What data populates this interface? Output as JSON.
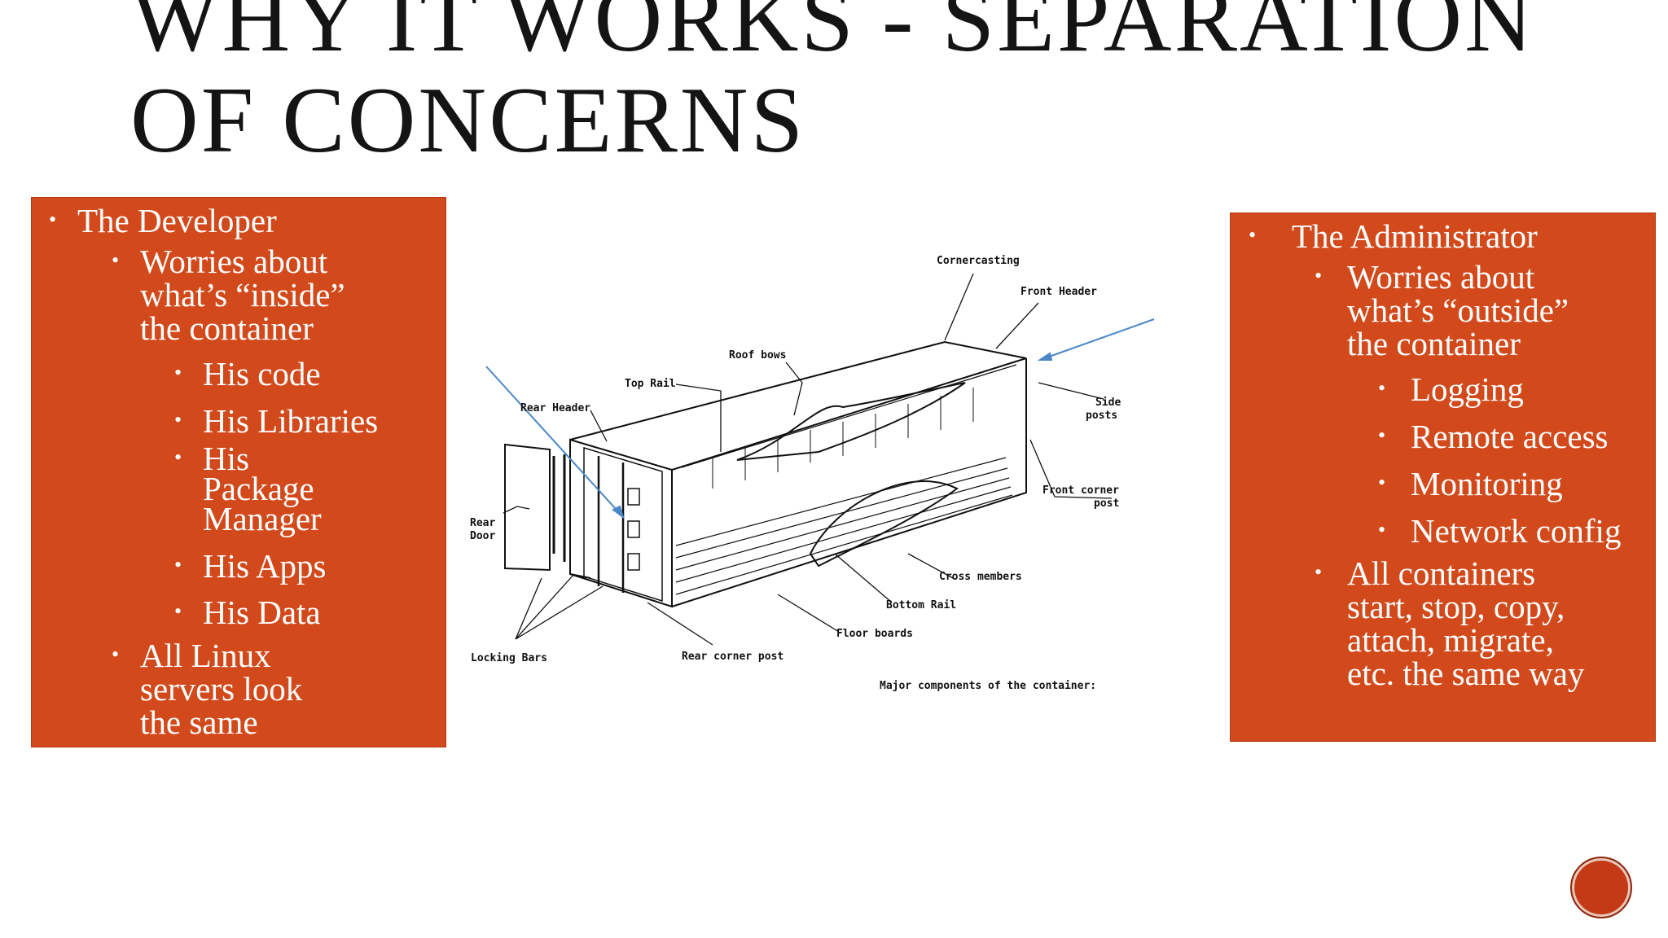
{
  "slide": {
    "title_line1": "WHY IT WORKS - SEPARATION",
    "title_line2": "OF CONCERNS"
  },
  "left_panel": {
    "heading": "The Developer",
    "worries_l1": "Worries about",
    "worries_l2": "what’s “inside”",
    "worries_l3": "the  container",
    "items": [
      "His code",
      "His Libraries"
    ],
    "pkg_l1": "His",
    "pkg_l2": "Package",
    "pkg_l3": "Manager",
    "items2": [
      "His Apps",
      "His Data"
    ],
    "linux_l1": "All Linux",
    "linux_l2": "servers  look",
    "linux_l3": "the same"
  },
  "right_panel": {
    "heading": "The Administrator",
    "worries_l1": "Worries about",
    "worries_l2": "what’s “outside”",
    "worries_l3": "the container",
    "items": [
      "Logging",
      "Remote access",
      "Monitoring",
      "Network config"
    ],
    "all_l1": "All containers",
    "all_l2": "start, stop, copy,",
    "all_l3": "attach, migrate,",
    "all_l4": "etc. the same way"
  },
  "diagram": {
    "labels": {
      "cornercasting": "Cornercasting",
      "front_header": "Front Header",
      "roof_bows": "Roof bows",
      "top_rail": "Top Rail",
      "rear_header": "Rear Header",
      "side_posts_1": "Side",
      "side_posts_2": "posts",
      "front_corner_post_1": "Front corner",
      "front_corner_post_2": "post",
      "rear_door_1": "Rear",
      "rear_door_2": "Door",
      "cross_members": "Cross members",
      "bottom_rail": "Bottom Rail",
      "floor_boards": "Floor boards",
      "locking_bars": "Locking Bars",
      "rear_corner_post": "Rear corner post",
      "caption": "Major components of the container:"
    },
    "arrow_color": "#4a86c8"
  },
  "colors": {
    "panel": "#d24a1c",
    "title": "#141414",
    "nav": "#c53a16"
  },
  "icons": {
    "bullet": "•",
    "nav": "next-slide-icon"
  }
}
